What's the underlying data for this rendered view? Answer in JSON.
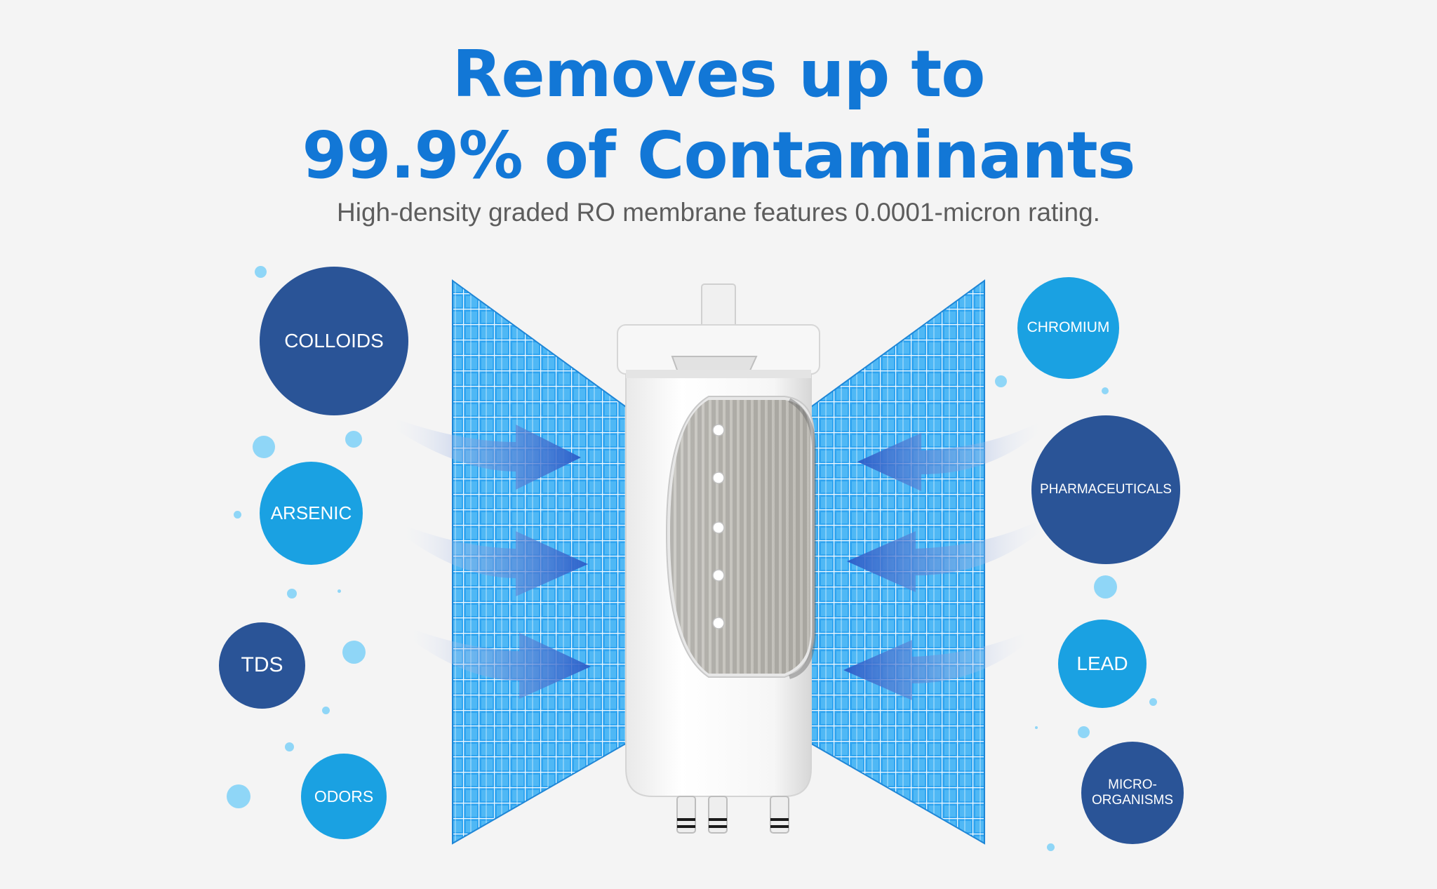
{
  "headline": {
    "line1": "Removes up to",
    "line2": "99.9% of Contaminants"
  },
  "subheadline": "High-density graded RO membrane features 0.0001-micron rating.",
  "contaminants_left": [
    {
      "label": "COLLOIDS",
      "tone": "dark"
    },
    {
      "label": "ARSENIC",
      "tone": "light"
    },
    {
      "label": "TDS",
      "tone": "dark"
    },
    {
      "label": "ODORS",
      "tone": "light"
    }
  ],
  "contaminants_right": [
    {
      "label": "CHROMIUM",
      "tone": "light"
    },
    {
      "label": "PHARMACEUTICALS",
      "tone": "dark"
    },
    {
      "label": "LEAD",
      "tone": "light"
    },
    {
      "label": "MICRO-\nORGANISMS",
      "tone": "dark"
    }
  ],
  "colors": {
    "headline": "#1277d6",
    "subheadline": "#5d5d5d",
    "bubble_dark": "#2a5497",
    "bubble_light": "#1aa1e2",
    "mesh": "#2fa4f0",
    "dots": "#8fd6f7"
  },
  "icons": {
    "filter": "ro-filter-cartridge-icon",
    "mesh": "membrane-mesh-icon",
    "arrows": "flow-arrow-icon"
  }
}
